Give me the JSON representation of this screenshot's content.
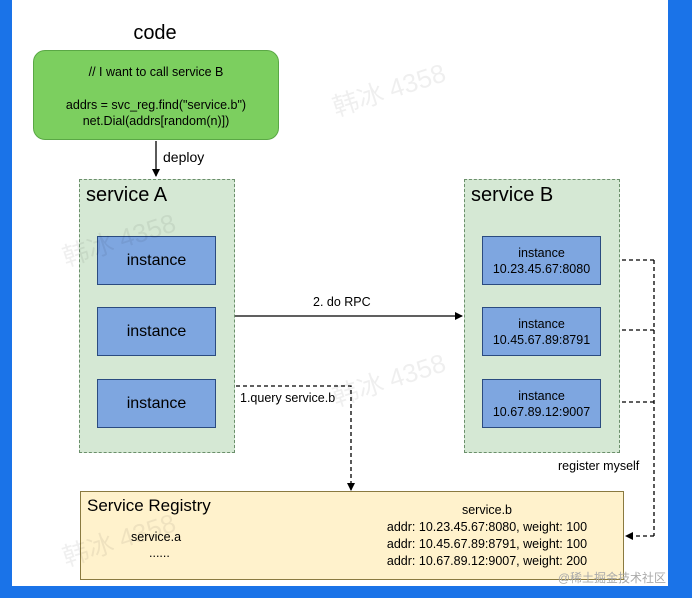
{
  "code": {
    "title": "code",
    "comment": "// I want to call service B",
    "line1": "addrs = svc_reg.find(\"service.b\")",
    "line2": "net.Dial(addrs[random(n)])"
  },
  "edges": {
    "deploy": "deploy",
    "do_rpc": "2. do RPC",
    "query": "1.query service.b",
    "register": "register myself"
  },
  "service_a": {
    "title": "service A",
    "instances": [
      "instance",
      "instance",
      "instance"
    ]
  },
  "service_b": {
    "title": "service B",
    "instances": [
      {
        "label": "instance",
        "addr": "10.23.45.67:8080"
      },
      {
        "label": "instance",
        "addr": "10.45.67.89:8791"
      },
      {
        "label": "instance",
        "addr": "10.67.89.12:9007"
      }
    ]
  },
  "registry": {
    "title": "Service Registry",
    "service_a": "service.a",
    "ellipsis": "......",
    "service_b": "service.b",
    "entries": [
      "addr: 10.23.45.67:8080, weight: 100",
      "addr: 10.45.67.89:8791, weight: 100",
      "addr: 10.67.89.12:9007, weight: 200"
    ]
  },
  "watermark": "韩冰 4358",
  "footer": "@稀土掘金技术社区",
  "colors": {
    "code_box": "#7ccf5f",
    "service_group": "#d5e8d4",
    "instance": "#7ea6e0",
    "registry": "#fff2cc",
    "frame": "#1a73e8"
  }
}
